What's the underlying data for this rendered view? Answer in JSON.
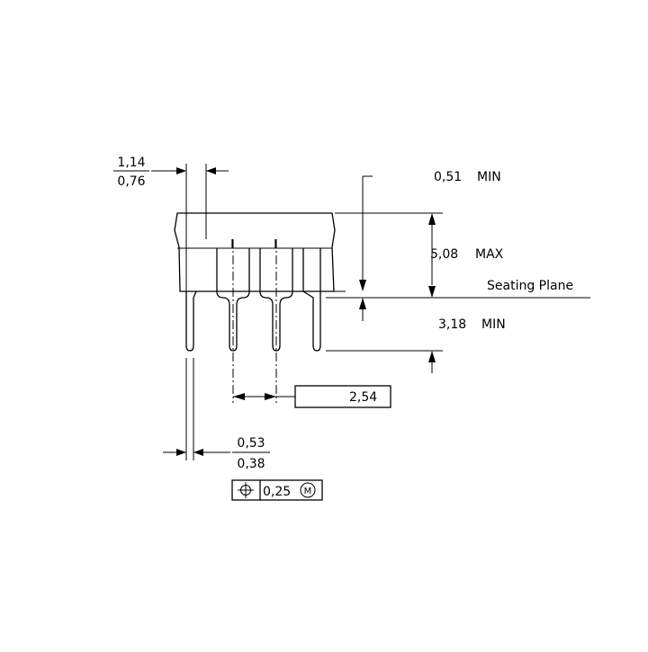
{
  "dimensions": {
    "lead_shoulder": {
      "max": "1,14",
      "min": "0,76"
    },
    "standoff": {
      "label": "0,51",
      "qualifier": "MIN"
    },
    "body_height": {
      "label": "5,08",
      "qualifier": "MAX"
    },
    "seating_plane": "Seating Plane",
    "lead_length": {
      "label": "3,18",
      "qualifier": "MIN"
    },
    "pitch": "2,54",
    "lead_width": {
      "max": "0,53",
      "min": "0,38"
    },
    "position_tolerance": {
      "value": "0,25",
      "modifier": "M"
    }
  }
}
